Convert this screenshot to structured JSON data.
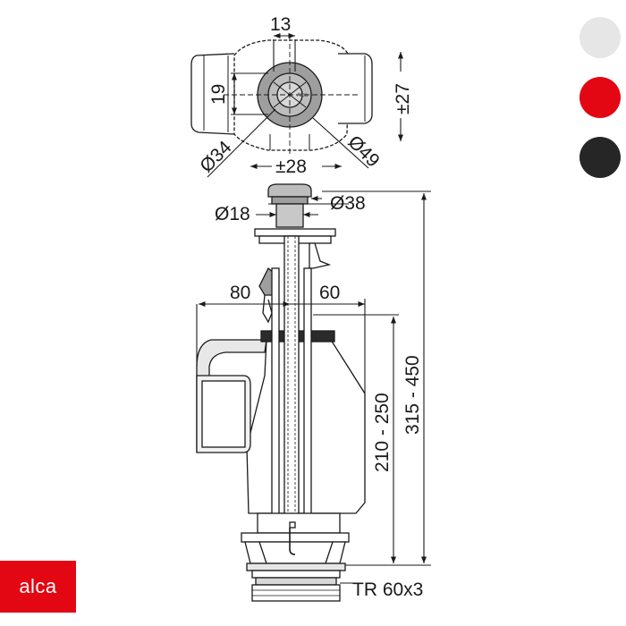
{
  "brand": {
    "logo_text": "alca",
    "logo_color": "#e30613"
  },
  "top_view": {
    "dim_width_top": "13",
    "dim_height_left": "19",
    "dim_height_right": "±27",
    "dim_diam_small": "Ø34",
    "dim_diam_large": "Ø49",
    "dim_width_bottom": "±28",
    "button_text": "Alca"
  },
  "side_view": {
    "dim_button_stem": "Ø18",
    "dim_button": "Ø38",
    "dim_left_offset": "80",
    "dim_right_offset": "60",
    "dim_height_short": "210 - 250",
    "dim_height_total": "315 - 450",
    "dim_thread": "TR 60x3"
  },
  "color_options": [
    {
      "name": "white",
      "hex": "#e6e6e6"
    },
    {
      "name": "red",
      "hex": "#e30613"
    },
    {
      "name": "black",
      "hex": "#262626"
    }
  ]
}
